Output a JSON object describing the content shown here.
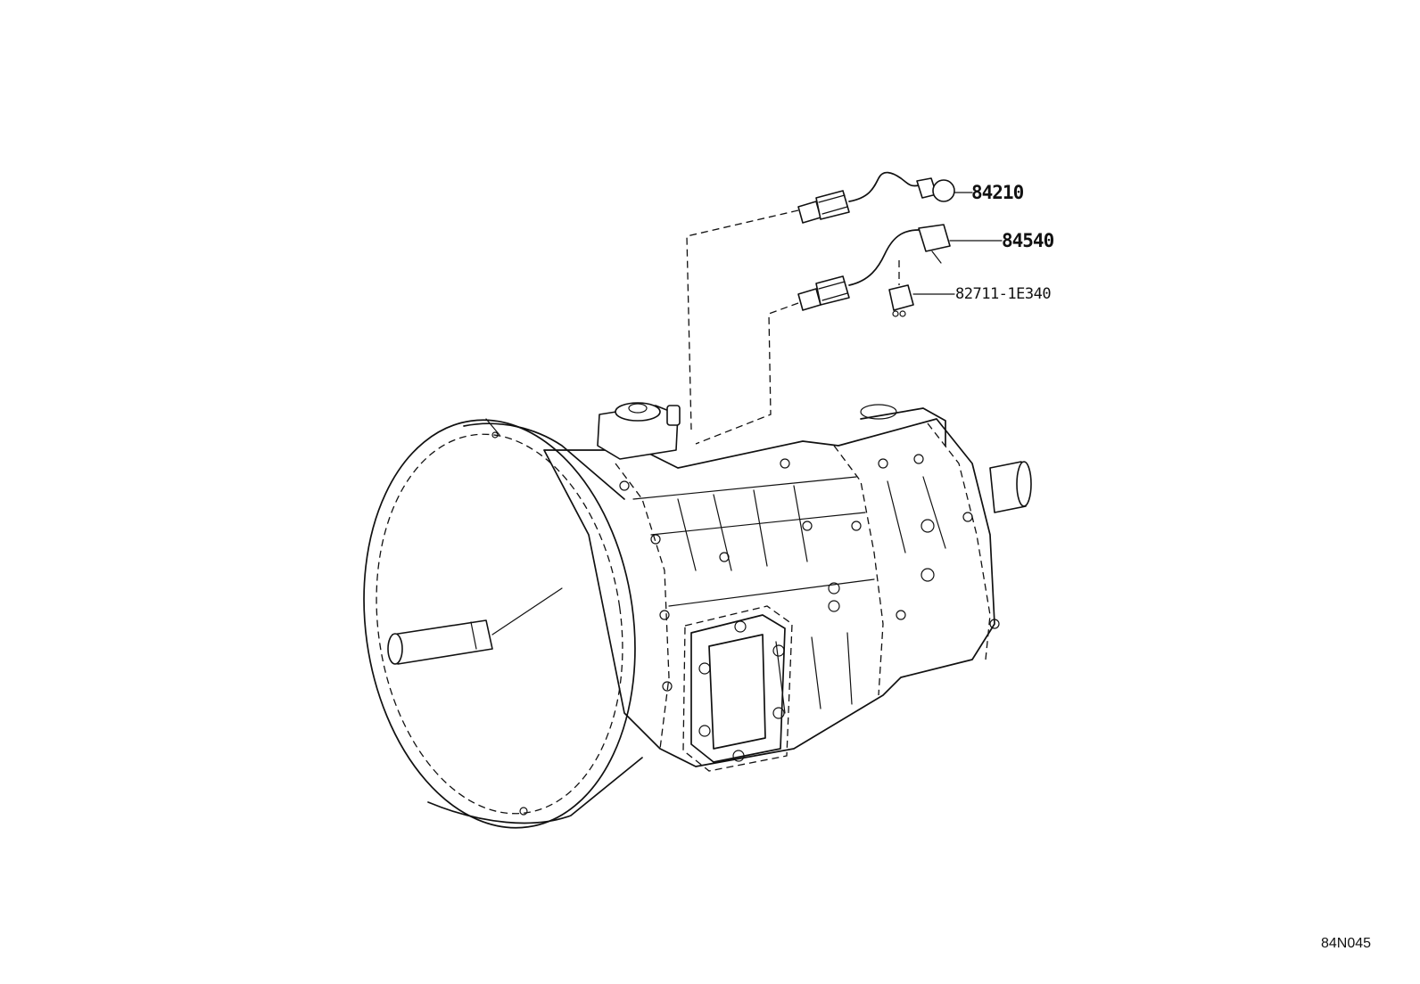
{
  "callouts": {
    "part_84210": "84210",
    "part_84540": "84540",
    "part_82711": "82711-1E340"
  },
  "diagram_code": "84N045"
}
